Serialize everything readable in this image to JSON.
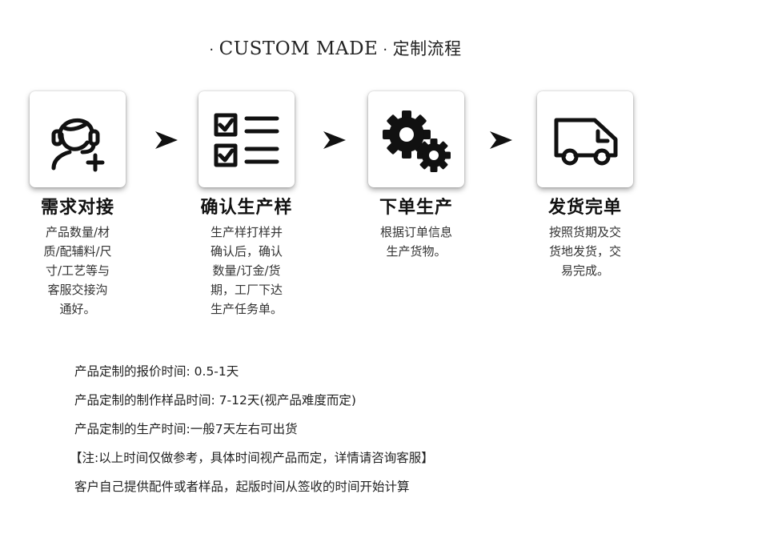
{
  "header": {
    "en": "CUSTOM MADE",
    "cn": "定制流程",
    "dot": "·"
  },
  "steps": [
    {
      "title": "需求对接",
      "desc_lines": [
        "产品数量/材",
        "质/配辅料/尺",
        "寸/工艺等与",
        "客服交接沟",
        "通好。"
      ],
      "icon": "customer-service-headset-icon"
    },
    {
      "title": "确认生产样",
      "desc_lines": [
        "生产样打样并",
        "确认后，确认",
        "数量/订金/货",
        "期，工厂下达",
        "生产任务单。"
      ],
      "icon": "checklist-icon"
    },
    {
      "title": "下单生产",
      "desc_lines": [
        "根据订单信息",
        "生产货物。"
      ],
      "icon": "gears-icon"
    },
    {
      "title": "发货完单",
      "desc_lines": [
        "按照货期及交",
        "货地发货，交",
        "易完成。"
      ],
      "icon": "delivery-truck-icon"
    }
  ],
  "notes": [
    "产品定制的报价时间: 0.5-1天",
    "产品定制的制作样品时间: 7-12天(视产品难度而定)",
    "产品定制的生产时间:一般7天左右可出货",
    "【注:以上时间仅做参考，具体时间视产品而定，详情请咨询客服】",
    "客户自己提供配件或者样品，起版时间从签收的时间开始计算"
  ]
}
